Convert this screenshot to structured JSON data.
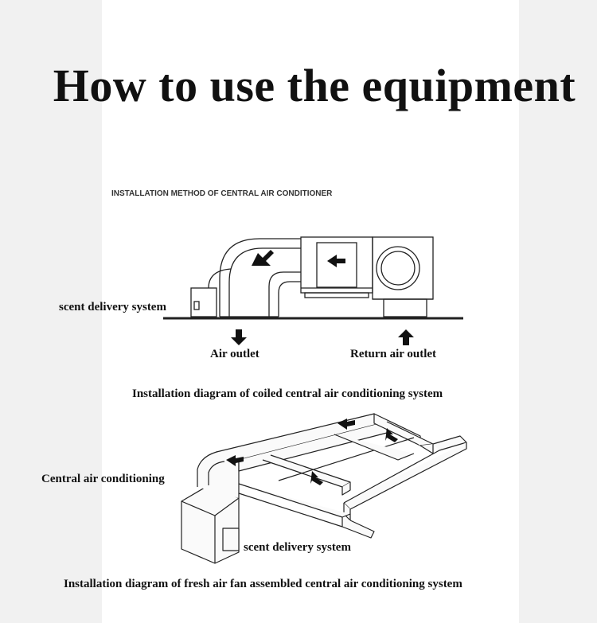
{
  "title": "How to use the equipment",
  "diagram1": {
    "heading": "INSTALLATION METHOD OF CENTRAL AIR CONDITIONER",
    "scent_label": "scent delivery system",
    "air_outlet": "Air outlet",
    "return_outlet": "Return air outlet",
    "caption": "Installation diagram of coiled central air conditioning system"
  },
  "diagram2": {
    "central_label": "Central air conditioning",
    "scent_label": "scent delivery system",
    "caption": "Installation diagram of fresh air fan assembled central air conditioning system"
  }
}
